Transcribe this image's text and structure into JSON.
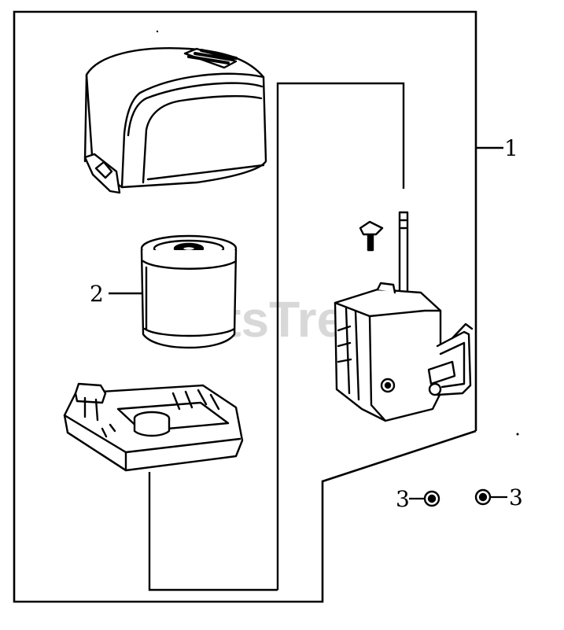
{
  "watermark": "PartsTre",
  "callouts": {
    "kit": "1",
    "element": "2",
    "nut_left": "3",
    "nut_right": "3"
  },
  "parts": [
    {
      "id": "cover",
      "icon": "air-cleaner-cover-icon"
    },
    {
      "id": "element",
      "icon": "air-filter-element-icon"
    },
    {
      "id": "base",
      "icon": "air-cleaner-base-icon"
    },
    {
      "id": "bracket",
      "icon": "air-cleaner-case-icon"
    },
    {
      "id": "bolt",
      "icon": "bolt-icon"
    },
    {
      "id": "nut",
      "icon": "nut-icon"
    }
  ]
}
